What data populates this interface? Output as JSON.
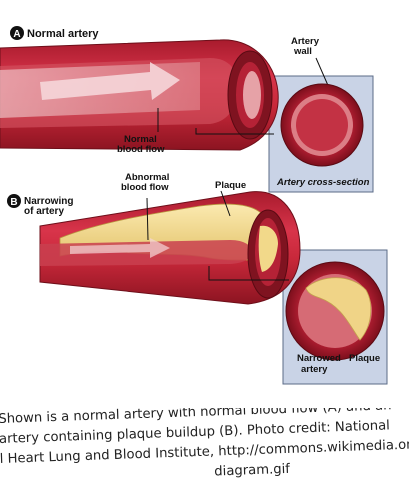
{
  "panel_a": {
    "badge": "A",
    "title": "Normal artery",
    "labels": {
      "artery_wall": [
        "Artery",
        "wall"
      ],
      "normal_flow": [
        "Normal",
        "blood flow"
      ],
      "cross_section": "Artery cross-section"
    }
  },
  "panel_b": {
    "badge": "B",
    "title": [
      "Narrowing",
      "of artery"
    ],
    "labels": {
      "abnormal_flow": [
        "Abnormal",
        "blood flow"
      ],
      "plaque_top": "Plaque",
      "narrowed": [
        "Narrowed",
        "artery"
      ],
      "plaque_cross": "Plaque"
    }
  },
  "caption": {
    "lines": [
      "Shown is a normal artery with normal blood flow (A) and an",
      "artery containing plaque buildup (B). Photo credit: National",
      "l Heart Lung and Blood Institute, http://commons.wikimedia.or",
      "diagram.gif"
    ]
  },
  "colors": {
    "artery": "#c8283a",
    "artery_dark": "#8c1421",
    "lumen": "#e9a7ab",
    "plaque": "#f2d98a",
    "box": "#c9d3e6"
  }
}
